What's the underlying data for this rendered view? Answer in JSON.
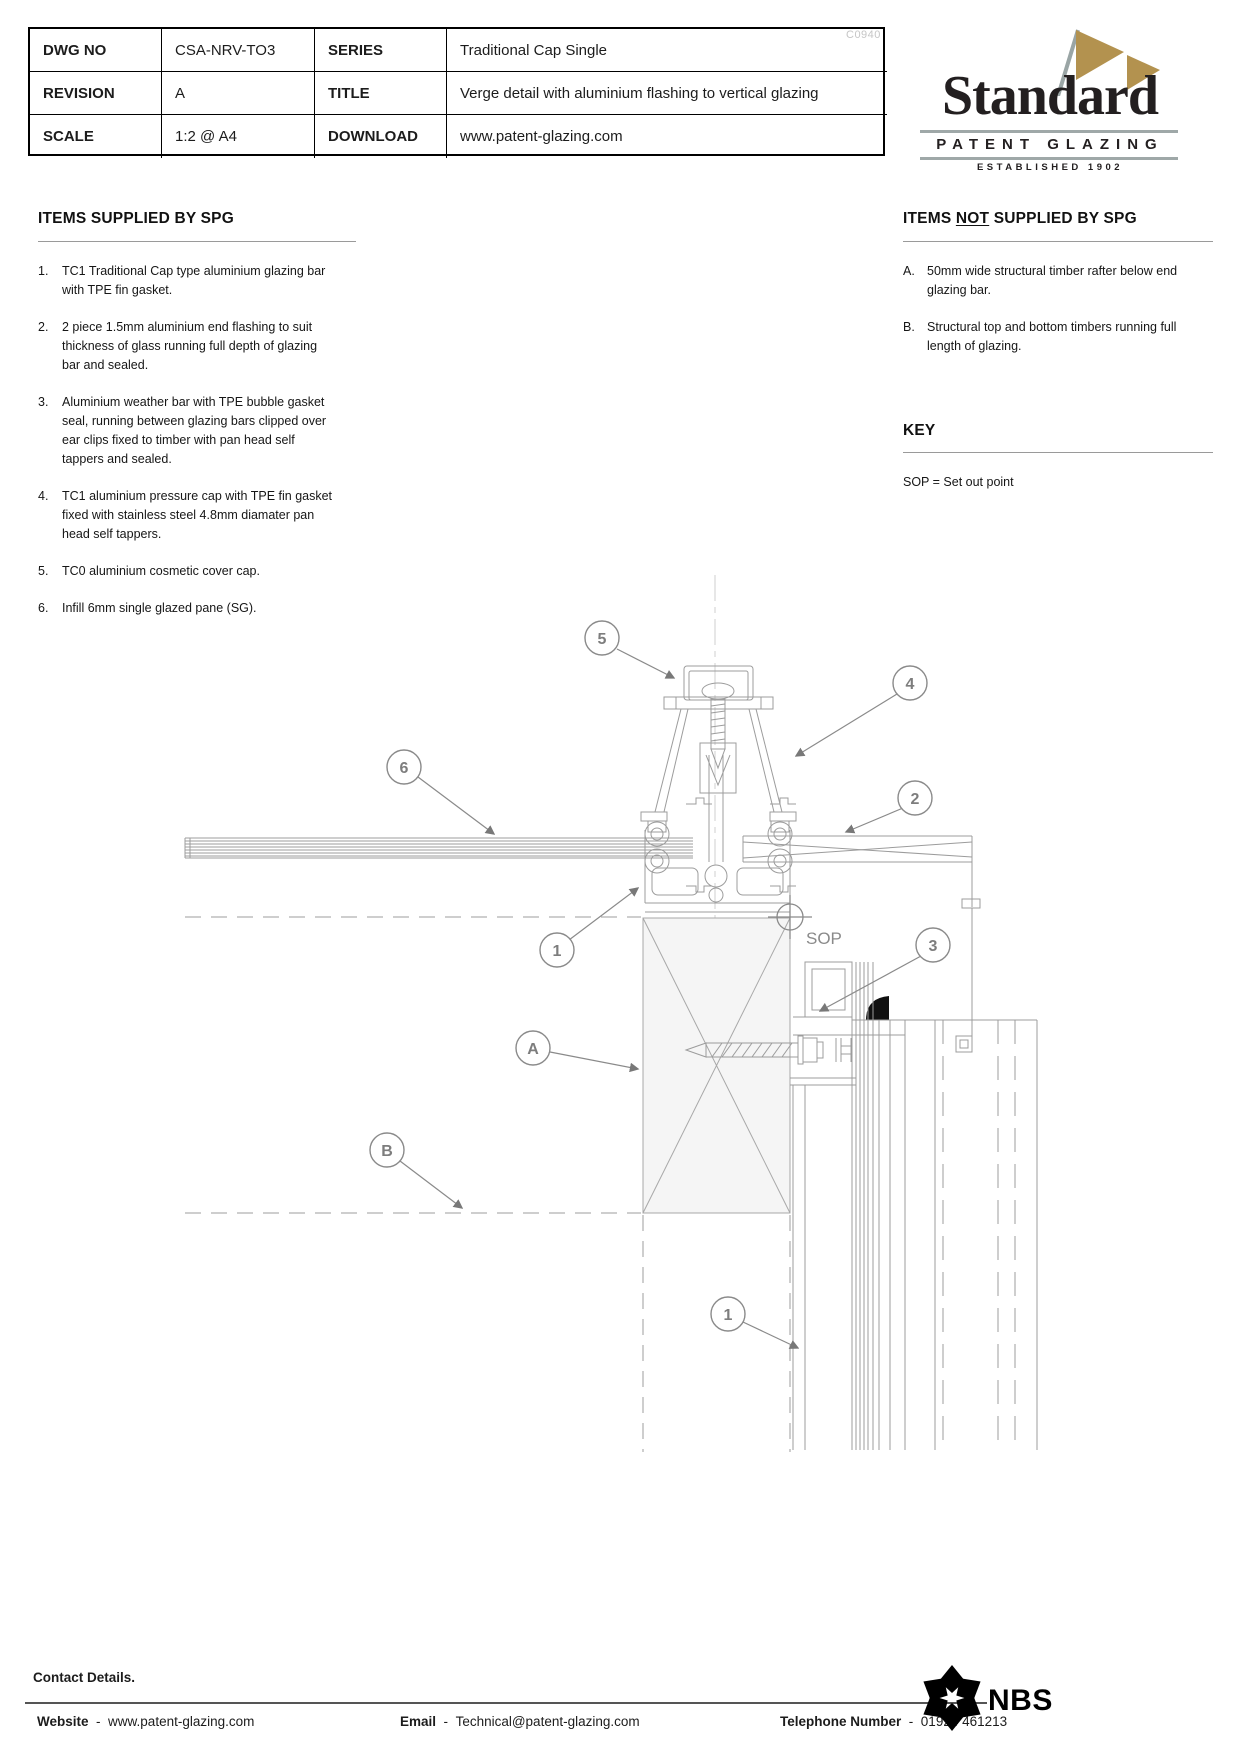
{
  "meta_table": {
    "watermark": "C0940",
    "rows": [
      {
        "label1": "DWG NO",
        "value1": "CSA-NRV-TO3",
        "label2": "SERIES",
        "value2": "Traditional Cap Single"
      },
      {
        "label1": "REVISION",
        "value1": "A",
        "label2": "TITLE",
        "value2": "Verge detail with aluminium flashing to vertical glazing"
      },
      {
        "label1": "SCALE",
        "value1": "1:2 @ A4",
        "label2": "DOWNLOAD",
        "value2": "www.patent-glazing.com"
      }
    ]
  },
  "logo": {
    "name": "Standard",
    "tagline": "PATENT GLAZING",
    "established": "ESTABLISHED 1902",
    "flag_color": "#b3924f",
    "pole_color": "#9aa5a5",
    "rule_color": "#9fa8a8"
  },
  "supplied": {
    "heading": "ITEMS SUPPLIED BY SPG",
    "items": [
      {
        "num": "1.",
        "text": "TC1 Traditional Cap type aluminium glazing bar with TPE fin gasket."
      },
      {
        "num": "2.",
        "text": "2 piece 1.5mm aluminium end flashing to suit thickness of glass running full depth of glazing bar and sealed."
      },
      {
        "num": "3.",
        "text": "Aluminium weather bar with TPE bubble gasket seal, running between glazing bars clipped over ear clips fixed to timber with pan head self tappers and sealed."
      },
      {
        "num": "4.",
        "text": "TC1 aluminium pressure cap with TPE fin gasket fixed with stainless steel 4.8mm diamater pan head self tappers."
      },
      {
        "num": "5.",
        "text": "TC0 aluminium cosmetic cover cap."
      },
      {
        "num": "6.",
        "text": "Infill 6mm single glazed pane (SG)."
      }
    ]
  },
  "not_supplied": {
    "heading_pre": "ITEMS ",
    "heading_underlined": "NOT",
    "heading_post": " SUPPLIED BY SPG",
    "items": [
      {
        "num": "A.",
        "text": "50mm wide structural timber rafter below end glazing bar."
      },
      {
        "num": "B.",
        "text": "Structural top and bottom timbers running full length of glazing."
      }
    ]
  },
  "key": {
    "heading": "KEY",
    "entry": "SOP = Set out point"
  },
  "drawing": {
    "sop_label": "SOP",
    "line_color": "#9c9c9c",
    "callouts": [
      {
        "label": "5"
      },
      {
        "label": "4"
      },
      {
        "label": "6"
      },
      {
        "label": "2"
      },
      {
        "label": "1"
      },
      {
        "label": "3"
      },
      {
        "label": "A"
      },
      {
        "label": "B"
      },
      {
        "label": "1"
      }
    ]
  },
  "footer": {
    "heading": "Contact Details.",
    "website_label": "Website",
    "website_sep": "-",
    "website_value": "www.patent-glazing.com",
    "email_label": "Email",
    "email_sep": "-",
    "email_value": "Technical@patent-glazing.com",
    "phone_label": "Telephone Number",
    "phone_sep": "-",
    "phone_value": "01924 461213",
    "nbs": "NBS"
  }
}
